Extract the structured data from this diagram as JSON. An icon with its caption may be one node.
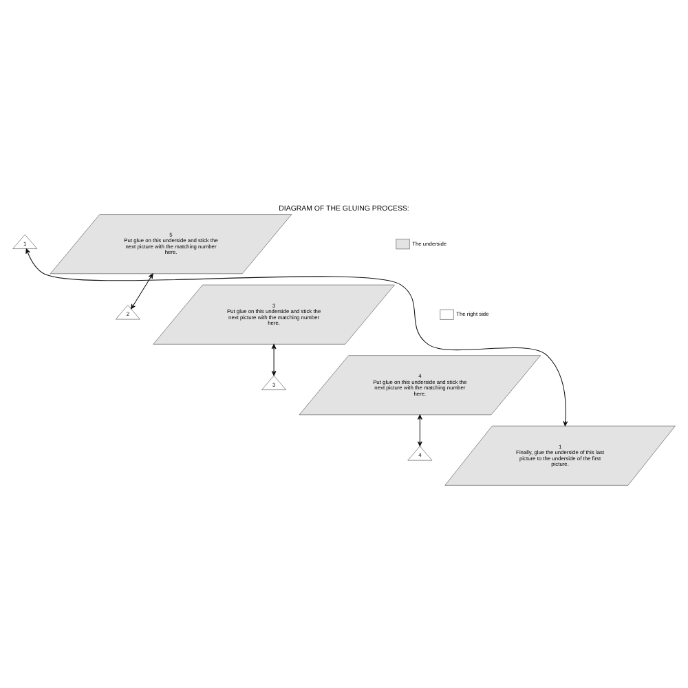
{
  "diagram": {
    "title": "DIAGRAM OF THE GLUING PROCESS:",
    "nodes": [
      {
        "text": [
          "5",
          "Put glue on this underside and stick the next picture with the matching number here."
        ]
      },
      {
        "text": [
          "1"
        ]
      },
      {
        "text": [
          "3",
          "Put glue on this underside and stick the next picture with the matching number here."
        ]
      },
      {
        "text": [
          "2"
        ]
      },
      {
        "text": [
          "4",
          "Put glue on this underside and stick the next picture with the matching number here."
        ]
      },
      {
        "text": [
          "3"
        ]
      },
      {
        "text": [
          "1",
          "Finally, glue the underside of this last picture to the underside of the first picture."
        ]
      },
      {
        "text": [
          "4"
        ]
      }
    ],
    "edges": [
      {
        "from": 0,
        "to": 3,
        "arrow": "both"
      },
      {
        "from": 2,
        "to": 5,
        "arrow": "both"
      },
      {
        "from": 4,
        "to": 7,
        "arrow": "both"
      },
      {
        "from": 1,
        "to": 6,
        "arrow": "both"
      }
    ],
    "legend": [
      {
        "text": "The underside",
        "color": "#e3e3e3"
      },
      {
        "text": "The right side",
        "color": "#ffffff"
      }
    ]
  }
}
